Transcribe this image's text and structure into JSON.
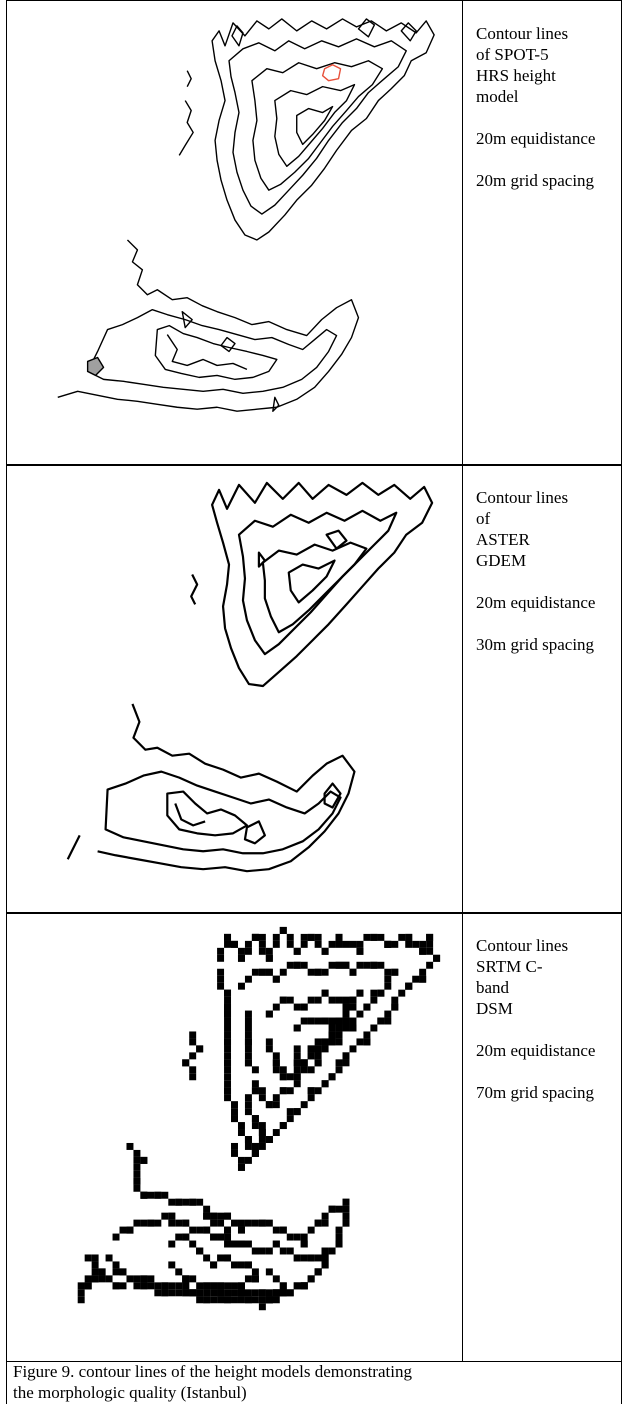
{
  "panels": [
    {
      "lines": [
        "Contour lines",
        "of SPOT-5",
        "HRS height",
        "model"
      ],
      "equidistance": "20m equidistance",
      "grid_spacing": "20m grid spacing"
    },
    {
      "lines": [
        "Contour lines",
        "of",
        "ASTER",
        "GDEM"
      ],
      "equidistance": "20m equidistance",
      "grid_spacing": "30m grid spacing"
    },
    {
      "lines": [
        "Contour lines",
        "SRTM C-",
        "band",
        "DSM"
      ],
      "equidistance": "20m equidistance",
      "grid_spacing": "70m grid spacing"
    }
  ],
  "caption": {
    "line1": "Figure 9. contour lines of the height models demonstrating",
    "line2": "the morphologic quality (Istanbul)"
  },
  "colors": {
    "line": "#000000",
    "highlight": "#e8503a",
    "fill_gray": "#a0a0a0"
  }
}
